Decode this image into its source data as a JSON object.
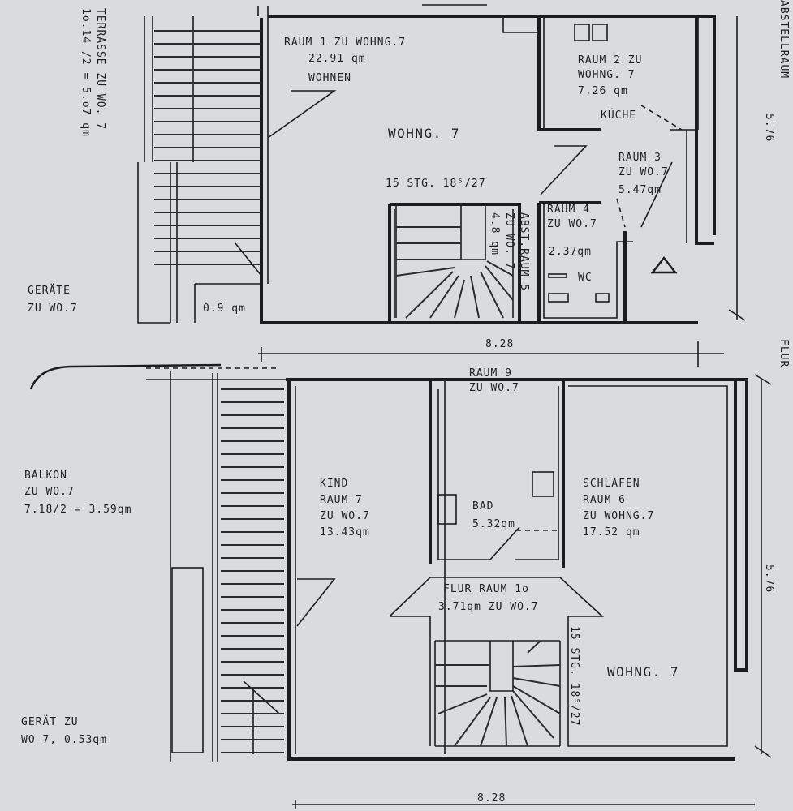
{
  "upper_plan": {
    "raum1": [
      "RAUM 1 ZU WOHNG.7",
      "22.91 qm",
      "WOHNEN"
    ],
    "wohng": "WOHNG. 7",
    "raum2": [
      "RAUM 2  ZU",
      "WOHNG. 7",
      "7.26 qm",
      "KÜCHE"
    ],
    "raum3": [
      "RAUM 3",
      "ZU WO.7",
      "5.47qm"
    ],
    "raum4": [
      "RAUM 4",
      "ZU WO.7",
      "2.37qm",
      "WC"
    ],
    "stairs": "15 STG. 18⁵/27",
    "abst": [
      "ABST.RAUM 5",
      "ZU WO. 7",
      "4.8 qm"
    ],
    "terrasse": [
      "TERRASSE ZU WO. 7",
      "1o.14 /2 = 5.o7 qm"
    ],
    "geraete": [
      "GERÄTE",
      "ZU WO.7"
    ],
    "small_area": "0.9 qm",
    "dim_width": "8.28",
    "dim_height": "5.76",
    "abstellraum": "ABSTELLRAUM",
    "flur": "FLUR"
  },
  "lower_plan": {
    "raum9": [
      "RAUM 9",
      "ZU WO.7"
    ],
    "balkon": [
      "BALKON",
      "ZU WO.7",
      "7.18/2 = 3.59qm"
    ],
    "kind": [
      "KIND",
      "RAUM 7",
      "ZU WO.7",
      "13.43qm"
    ],
    "bad": [
      "BAD",
      "5.32qm"
    ],
    "schlafen": [
      "SCHLAFEN",
      "RAUM 6",
      "ZU WOHNG.7",
      "17.52 qm"
    ],
    "flur": [
      "FLUR  RAUM 1o",
      "3.71qm  ZU WO.7"
    ],
    "stairs": "15 STG. 18⁵/27",
    "wohng": "WOHNG. 7",
    "geraet": [
      "GERÄT ZU",
      "WO 7, 0.53qm"
    ],
    "dim_width": "8.28",
    "dim_height": "5.76"
  }
}
